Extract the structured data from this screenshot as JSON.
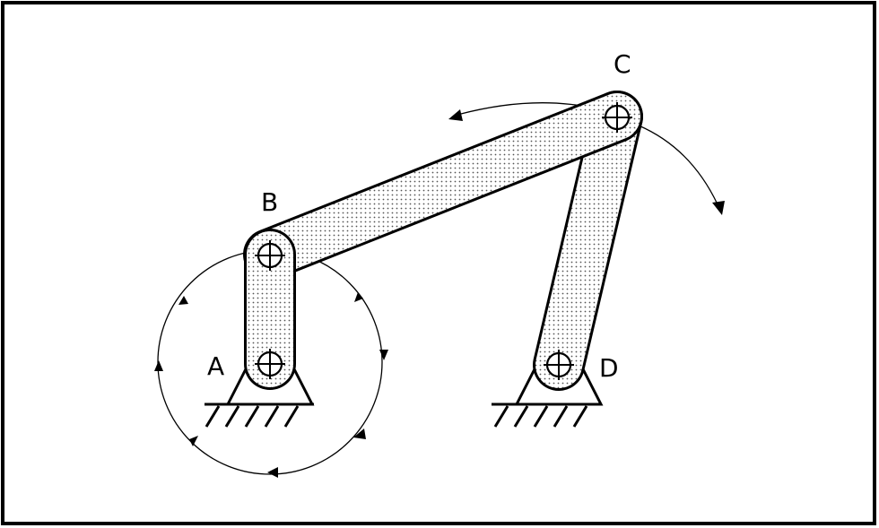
{
  "diagram": {
    "type": "four-bar-linkage",
    "labels": {
      "a": "A",
      "b": "B",
      "c": "C",
      "d": "D"
    },
    "colors": {
      "stroke": "#000000",
      "link_fill": "#e8e8e8",
      "background": "#ffffff"
    }
  }
}
